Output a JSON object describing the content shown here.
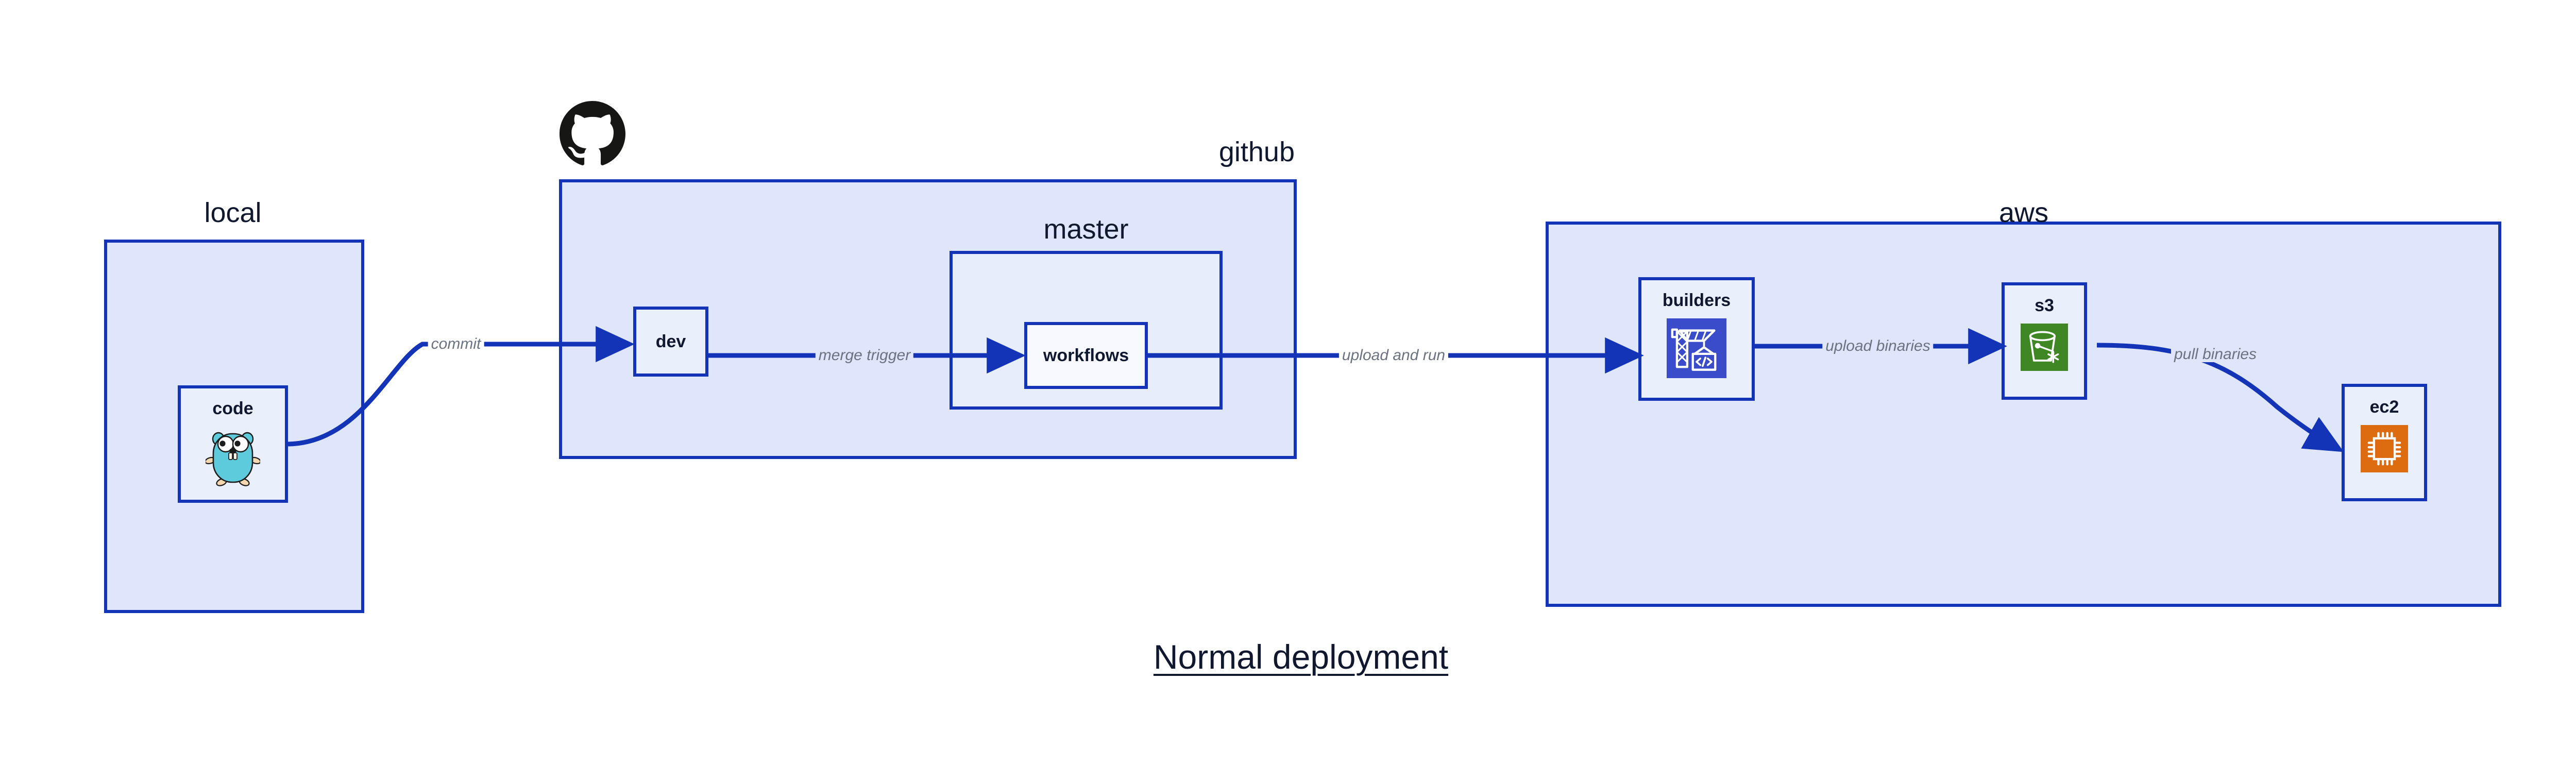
{
  "diagram": {
    "title": "Normal deployment",
    "colors": {
      "group_border": "#1434b8",
      "group_fill": "#dfe5fa",
      "nested_group_fill": "#e8edfc",
      "node_fill": "#eaeffc",
      "node_fill_white": "#f7f9fe",
      "arrow": "#1434b8",
      "edge_label_text": "#6b7280",
      "title_text": "#10182f",
      "s3_icon_bg": "#3f8624",
      "ec2_icon_bg": "#dd6b10",
      "builders_icon_bg": "#3b4cca",
      "gopher_body": "#5ecbdd",
      "gopher_limb": "#f6d8b0",
      "octocat": "#161614"
    },
    "groups": [
      {
        "id": "local",
        "label": "local"
      },
      {
        "id": "github",
        "label": "github"
      },
      {
        "id": "master",
        "label": "master"
      },
      {
        "id": "aws",
        "label": "aws"
      }
    ],
    "nodes": [
      {
        "id": "code",
        "label": "code",
        "icon": "go-gopher-icon"
      },
      {
        "id": "dev",
        "label": "dev",
        "icon": null
      },
      {
        "id": "workflows",
        "label": "workflows",
        "icon": null
      },
      {
        "id": "builders",
        "label": "builders",
        "icon": "crane-code-icon"
      },
      {
        "id": "s3",
        "label": "s3",
        "icon": "s3-bucket-icon"
      },
      {
        "id": "ec2",
        "label": "ec2",
        "icon": "cpu-chip-icon"
      }
    ],
    "edges": [
      {
        "id": "commit",
        "label": "commit",
        "from": "code",
        "to": "dev"
      },
      {
        "id": "merge-trigger",
        "label": "merge trigger",
        "from": "dev",
        "to": "workflows"
      },
      {
        "id": "upload-and-run",
        "label": "upload and run",
        "from": "workflows",
        "to": "builders"
      },
      {
        "id": "upload-binaries",
        "label": "upload binaries",
        "from": "builders",
        "to": "s3"
      },
      {
        "id": "pull-binaries",
        "label": "pull binaries",
        "from": "s3",
        "to": "ec2"
      }
    ]
  }
}
